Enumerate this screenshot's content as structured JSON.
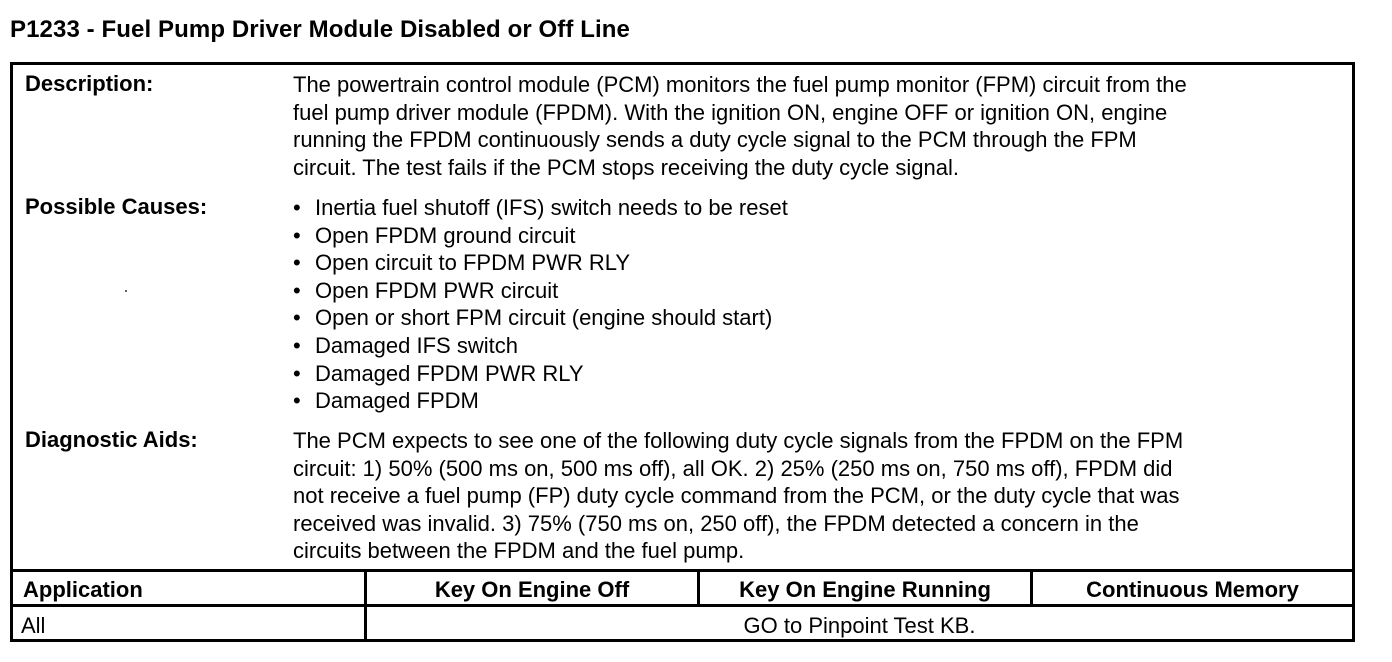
{
  "title": "P1233 - Fuel Pump Driver Module Disabled or Off Line",
  "description": {
    "label": "Description:",
    "lines": [
      "The powertrain control module (PCM) monitors the fuel pump monitor (FPM) circuit from the",
      "fuel pump driver module (FPDM). With the ignition ON, engine OFF or ignition ON, engine",
      "running the FPDM continuously sends a duty cycle signal to the PCM through the FPM",
      "circuit. The test fails if the PCM stops receiving the duty cycle signal."
    ]
  },
  "possible_causes": {
    "label": "Possible Causes:",
    "bullet": "•",
    "items": [
      "Inertia fuel shutoff (IFS) switch needs to be reset",
      "Open FPDM ground circuit",
      "Open circuit to FPDM PWR RLY",
      "Open FPDM PWR circuit",
      "Open or short FPM circuit (engine should start)",
      "Damaged IFS switch",
      "Damaged FPDM PWR RLY",
      "Damaged FPDM"
    ]
  },
  "diagnostic_aids": {
    "label": "Diagnostic Aids:",
    "lines": [
      "The PCM expects to see one of the following duty cycle signals from the FPDM on the FPM",
      "circuit: 1) 50% (500 ms on, 500 ms off), all OK. 2) 25% (250 ms on, 750 ms off), FPDM did",
      "not receive a fuel pump (FP) duty cycle command from the PCM, or the duty cycle that was",
      "received was invalid. 3) 75% (750 ms on, 250 off), the FPDM detected a concern in the",
      "circuits between the FPDM and the fuel pump."
    ]
  },
  "application_table": {
    "headers": [
      "Application",
      "Key On Engine Off",
      "Key On Engine Running",
      "Continuous Memory"
    ],
    "row": {
      "application": "All",
      "action": "GO to Pinpoint Test KB."
    }
  }
}
